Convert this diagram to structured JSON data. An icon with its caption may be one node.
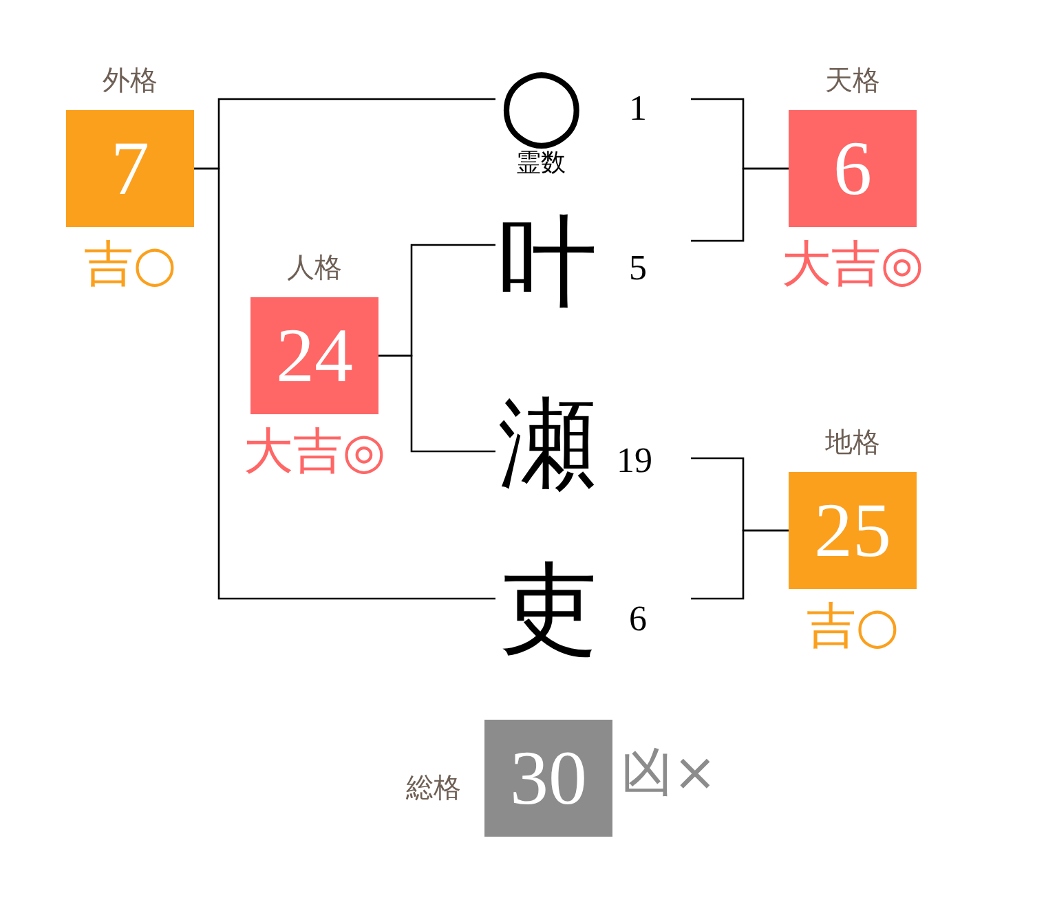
{
  "diagram": {
    "nodes": [
      {
        "text": [
          "外格",
          "7"
        ],
        "beside": [
          "吉○"
        ]
      },
      {
        "text": [
          "○",
          "霊数"
        ],
        "beside": [
          "1"
        ]
      },
      {
        "text": [
          "天格",
          "6"
        ],
        "beside": [
          "大吉◎"
        ]
      },
      {
        "text": [
          "人格",
          "24"
        ],
        "beside": [
          "大吉◎"
        ]
      },
      {
        "text": [
          "叶"
        ],
        "beside": [
          "5"
        ]
      },
      {
        "text": [
          "瀬"
        ],
        "beside": [
          "19"
        ]
      },
      {
        "text": [
          "地格",
          "25"
        ],
        "beside": [
          "吉○"
        ]
      },
      {
        "text": [
          "吏"
        ],
        "beside": [
          "6"
        ]
      },
      {
        "text": [
          "総格",
          "30"
        ],
        "beside": [
          "凶×"
        ]
      }
    ],
    "edges": [
      {
        "from": 1,
        "to": 2,
        "arrow": "none"
      },
      {
        "from": 4,
        "to": 2,
        "arrow": "none"
      },
      {
        "from": 4,
        "to": 3,
        "arrow": "none"
      },
      {
        "from": 5,
        "to": 3,
        "arrow": "none"
      },
      {
        "from": 5,
        "to": 6,
        "arrow": "none"
      },
      {
        "from": 7,
        "to": 6,
        "arrow": "none"
      },
      {
        "from": 1,
        "to": 0,
        "arrow": "none"
      },
      {
        "from": 7,
        "to": 0,
        "arrow": "none"
      }
    ]
  }
}
